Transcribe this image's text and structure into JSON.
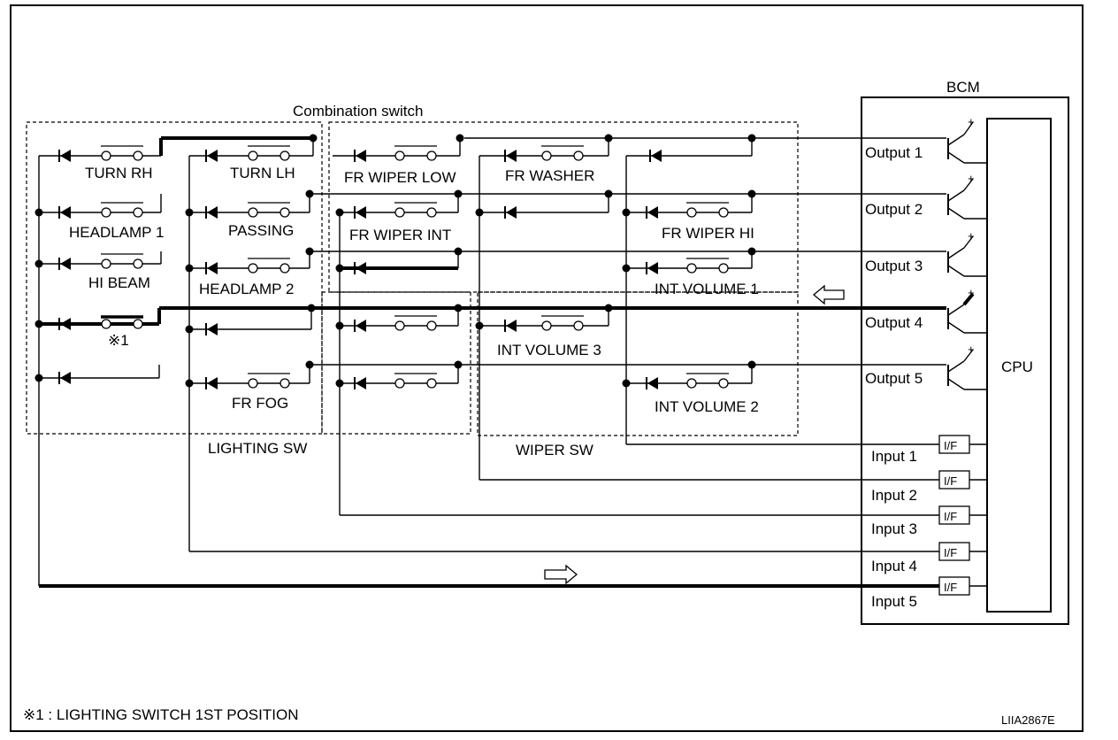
{
  "labels": {
    "bcm": "BCM",
    "cpu": "CPU",
    "combination_switch": "Combination switch",
    "lighting_sw": "LIGHTING SW",
    "wiper_sw": "WIPER SW",
    "if": "I/F",
    "footnote": "※1 : LIGHTING SWITCH 1ST POSITION",
    "figure_id": "LIIA2867E",
    "note_mark": "※1"
  },
  "switches": {
    "turn_rh": "TURN RH",
    "turn_lh": "TURN LH",
    "headlamp1": "HEADLAMP 1",
    "passing": "PASSING",
    "hi_beam": "HI BEAM",
    "headlamp2": "HEADLAMP 2",
    "fr_fog": "FR FOG",
    "fr_wiper_low": "FR WIPER LOW",
    "fr_washer": "FR WASHER",
    "fr_wiper_int": "FR WIPER INT",
    "fr_wiper_hi": "FR WIPER HI",
    "int_volume1": "INT VOLUME 1",
    "int_volume3": "INT VOLUME 3",
    "int_volume2": "INT VOLUME 2"
  },
  "outputs": [
    "Output 1",
    "Output 2",
    "Output 3",
    "Output 4",
    "Output 5"
  ],
  "inputs": [
    "Input 1",
    "Input 2",
    "Input 3",
    "Input 4",
    "Input 5"
  ]
}
